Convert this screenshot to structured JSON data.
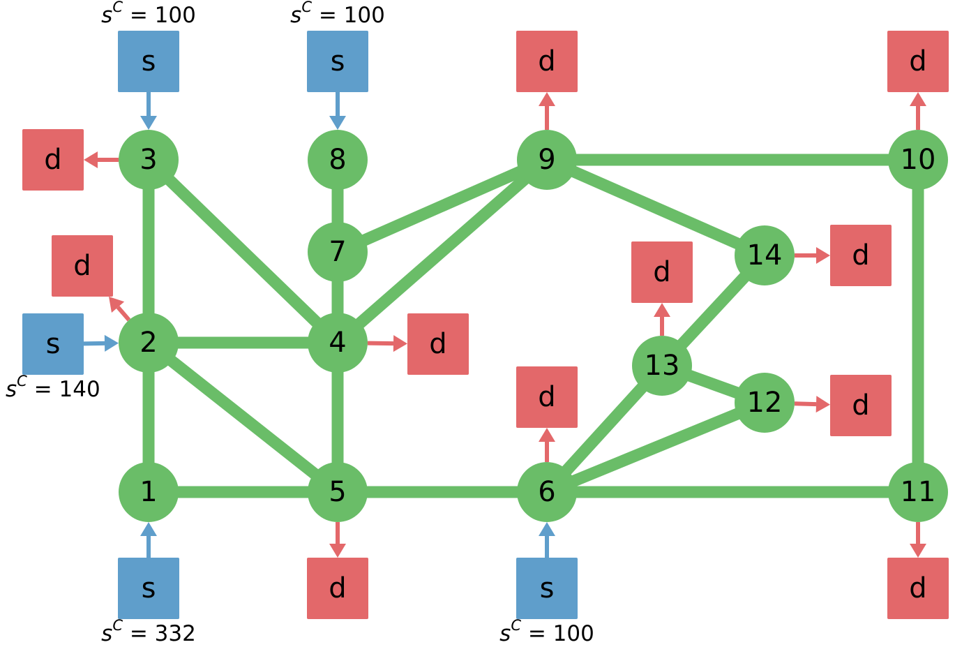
{
  "colors": {
    "bus": "#6abd68",
    "supply": "#5f9ecb",
    "demand": "#e3686a",
    "text": "#000000"
  },
  "buses": [
    {
      "id": "1",
      "label": "1"
    },
    {
      "id": "2",
      "label": "2"
    },
    {
      "id": "3",
      "label": "3"
    },
    {
      "id": "4",
      "label": "4"
    },
    {
      "id": "5",
      "label": "5"
    },
    {
      "id": "6",
      "label": "6"
    },
    {
      "id": "7",
      "label": "7"
    },
    {
      "id": "8",
      "label": "8"
    },
    {
      "id": "9",
      "label": "9"
    },
    {
      "id": "10",
      "label": "10"
    },
    {
      "id": "11",
      "label": "11"
    },
    {
      "id": "12",
      "label": "12"
    },
    {
      "id": "13",
      "label": "13"
    },
    {
      "id": "14",
      "label": "14"
    }
  ],
  "lines": [
    {
      "from": "1",
      "to": "2"
    },
    {
      "from": "1",
      "to": "5"
    },
    {
      "from": "2",
      "to": "3"
    },
    {
      "from": "2",
      "to": "4"
    },
    {
      "from": "2",
      "to": "5"
    },
    {
      "from": "3",
      "to": "4"
    },
    {
      "from": "4",
      "to": "5"
    },
    {
      "from": "4",
      "to": "7"
    },
    {
      "from": "4",
      "to": "9"
    },
    {
      "from": "5",
      "to": "6"
    },
    {
      "from": "6",
      "to": "11"
    },
    {
      "from": "6",
      "to": "12"
    },
    {
      "from": "6",
      "to": "13"
    },
    {
      "from": "7",
      "to": "8"
    },
    {
      "from": "7",
      "to": "9"
    },
    {
      "from": "9",
      "to": "10"
    },
    {
      "from": "9",
      "to": "14"
    },
    {
      "from": "10",
      "to": "11"
    },
    {
      "from": "12",
      "to": "13"
    },
    {
      "from": "13",
      "to": "14"
    }
  ],
  "supplies": [
    {
      "bus": "3",
      "label": "s",
      "capacity": "100"
    },
    {
      "bus": "8",
      "label": "s",
      "capacity": "100"
    },
    {
      "bus": "2",
      "label": "s",
      "capacity": "140"
    },
    {
      "bus": "1",
      "label": "s",
      "capacity": "332"
    },
    {
      "bus": "6",
      "label": "s",
      "capacity": "100"
    }
  ],
  "demands": [
    {
      "bus": "3",
      "label": "d"
    },
    {
      "bus": "2",
      "label": "d"
    },
    {
      "bus": "4",
      "label": "d"
    },
    {
      "bus": "5",
      "label": "d"
    },
    {
      "bus": "6",
      "label": "d"
    },
    {
      "bus": "9",
      "label": "d"
    },
    {
      "bus": "10",
      "label": "d"
    },
    {
      "bus": "11",
      "label": "d"
    },
    {
      "bus": "12",
      "label": "d"
    },
    {
      "bus": "13",
      "label": "d"
    },
    {
      "bus": "14",
      "label": "d"
    }
  ],
  "capacity_symbol": "s",
  "capacity_superscript": "C",
  "capacity_equals": "="
}
